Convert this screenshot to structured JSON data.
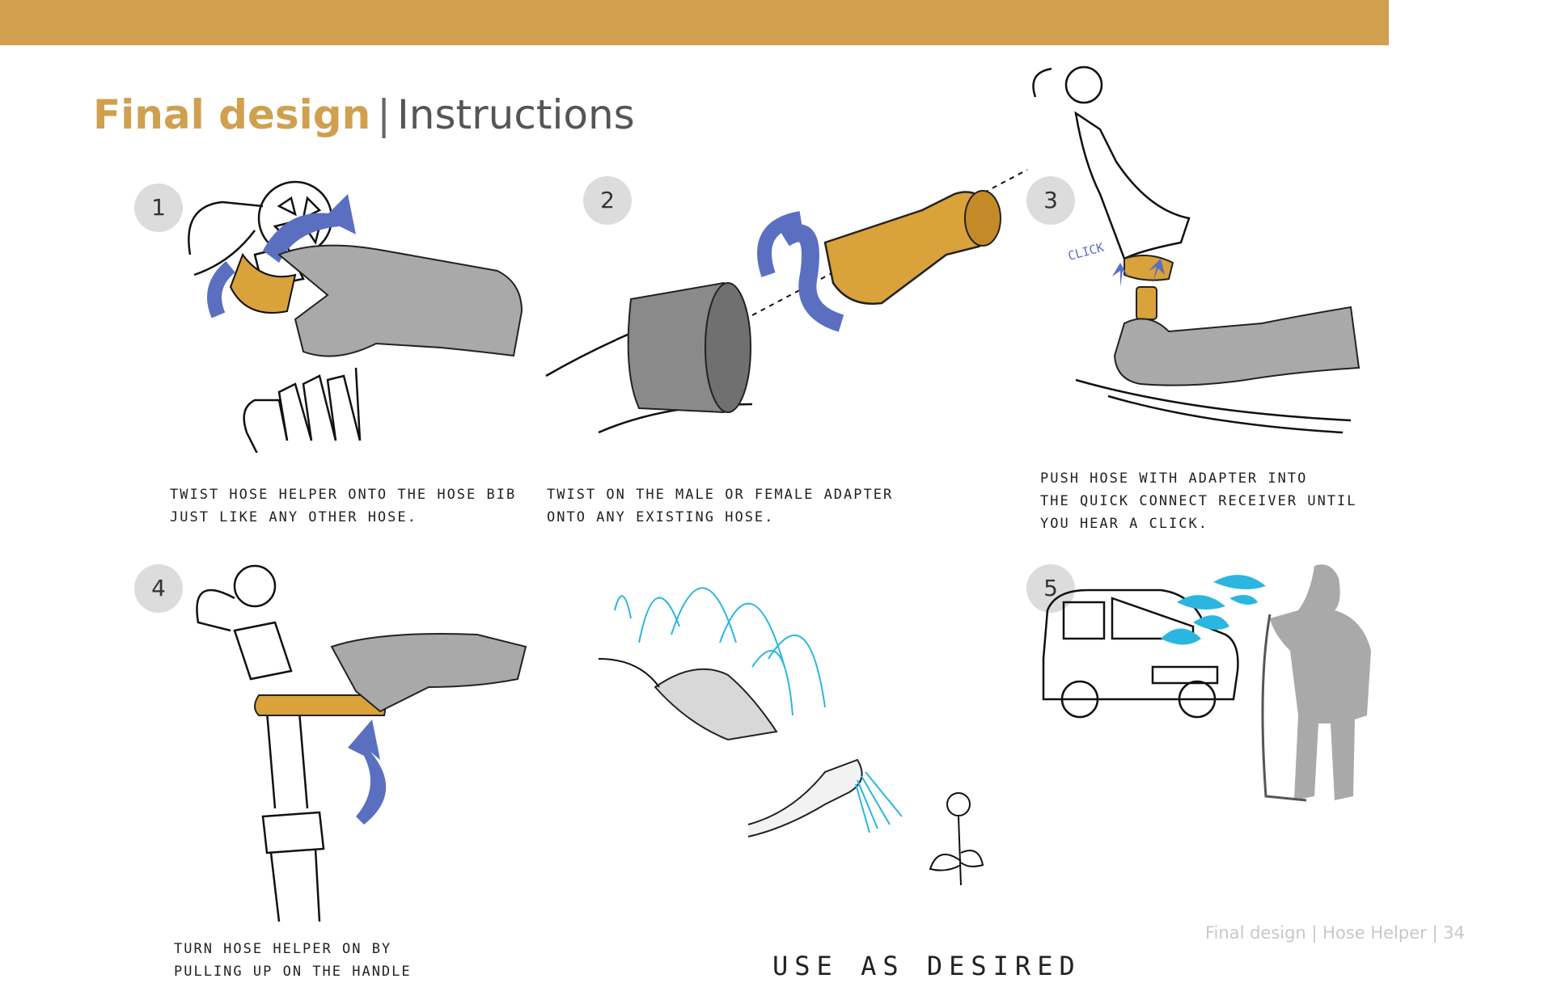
{
  "colors": {
    "accent": "#d0a04f",
    "arrow": "#5a6fbf",
    "glove": "#a9a9a9",
    "brass": "#d9a23a",
    "water": "#2bb6e0"
  },
  "header": {
    "title_main": "Final design",
    "title_sep": "|",
    "title_sub": "Instructions"
  },
  "steps": [
    {
      "number": "1",
      "caption_line1": "Twist hose helper onto the hose bib",
      "caption_line2": "just like any other hose."
    },
    {
      "number": "2",
      "caption_line1": "Twist on the male or female adapter",
      "caption_line2": "onto any existing hose."
    },
    {
      "number": "3",
      "caption_line1": "Push hose with adapter into",
      "caption_line2": "the quick connect receiver until",
      "caption_line3": "you hear a click.",
      "sketch_label": "CLICK"
    },
    {
      "number": "4",
      "caption_line1": "Turn hose helper on by",
      "caption_line2": "pulling up on the handle"
    },
    {
      "number": "5"
    }
  ],
  "use_caption": "Use as desired",
  "footer": {
    "text": "Final design | Hose Helper | 34"
  }
}
